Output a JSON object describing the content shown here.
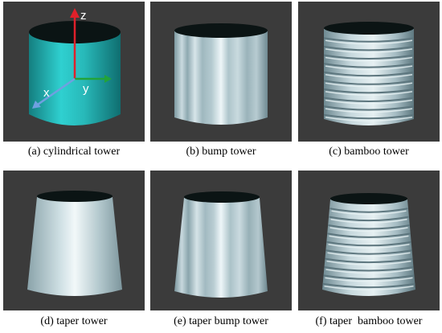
{
  "panels": [
    {
      "caption": "(a) cylindrical tower",
      "axes": {
        "z": "z",
        "x": "x",
        "y": "y"
      }
    },
    {
      "caption": "(b) bump tower"
    },
    {
      "caption": "(c) bamboo tower"
    },
    {
      "caption": "(d) taper tower"
    },
    {
      "caption": "(e) taper bump tower"
    },
    {
      "caption": "(f) taper  bamboo tower"
    }
  ],
  "colors": {
    "background": "#3b3b3b",
    "cylinder_teal": "#2bbdbd",
    "gray_tower": "#b8ccd2",
    "axis_z": "#e0202a",
    "axis_y": "#22a33a",
    "axis_x": "#6fa0e0"
  }
}
